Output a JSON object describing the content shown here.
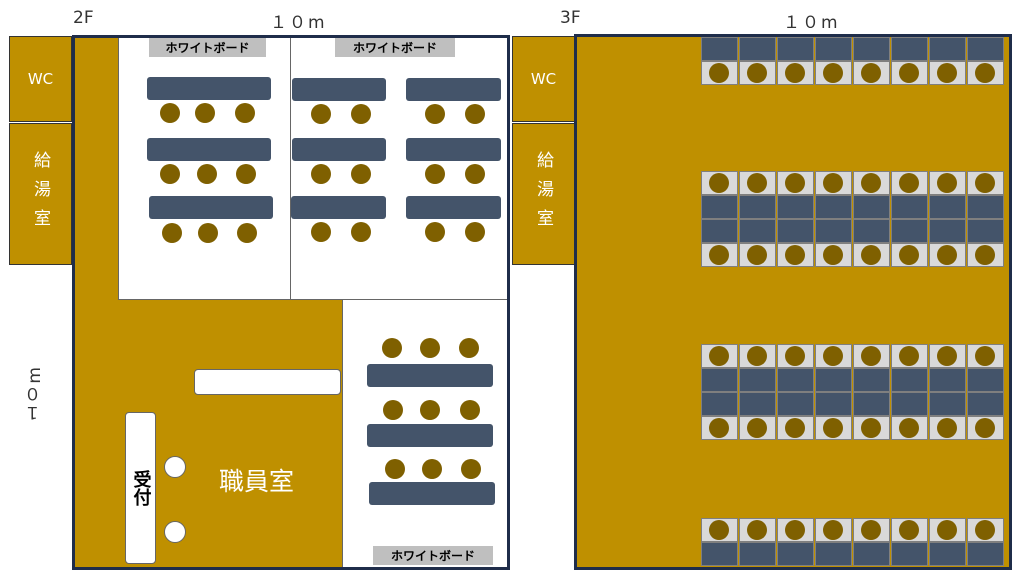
{
  "floor2": {
    "floor_label": "2F",
    "width_label": "１０m",
    "height_label": "１０m",
    "wc": "WC",
    "kitchen": "給湯室",
    "whiteboard_1": "ホワイトボード",
    "whiteboard_2": "ホワイトボード",
    "whiteboard_3": "ホワイトボード",
    "reception": "受付",
    "staff_room": "職員室"
  },
  "floor3": {
    "floor_label": "3F",
    "width_label": "１０m",
    "wc": "WC",
    "kitchen": "給湯室"
  },
  "colors": {
    "floor": "#bf9000",
    "desk": "#44546a",
    "chair": "#7f6000",
    "whiteboard": "#bfbfbf",
    "wall": "#1f2d4a"
  }
}
